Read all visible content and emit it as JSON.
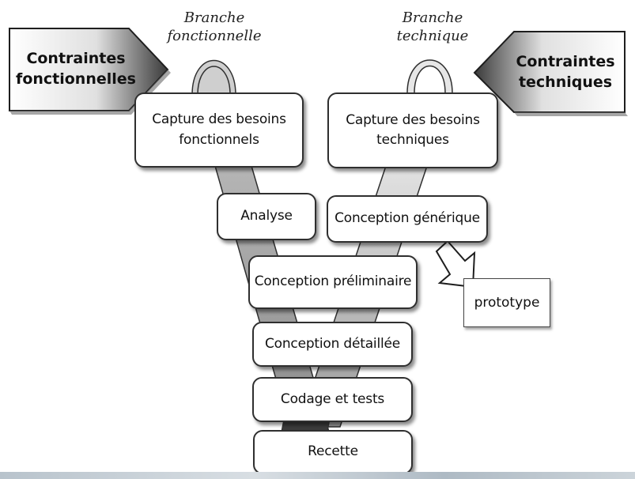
{
  "diagram": {
    "left_constraint": [
      "Contraintes",
      "fonctionnelles"
    ],
    "right_constraint": [
      "Contraintes",
      "techniques"
    ],
    "left_branch_label": [
      "Branche",
      "fonctionnelle"
    ],
    "right_branch_label": [
      "Branche",
      "technique"
    ],
    "steps": {
      "capture_fonctionnels": [
        "Capture des besoins",
        "fonctionnels"
      ],
      "capture_techniques": [
        "Capture des besoins",
        "techniques"
      ],
      "analyse": "Analyse",
      "conception_generique": "Conception générique",
      "conception_preliminaire": "Conception préliminaire",
      "conception_detaillee": "Conception détaillée",
      "codage_tests": "Codage et tests",
      "recette": "Recette"
    },
    "prototype": "prototype",
    "colors": {
      "left_branch_band": "#a9a9a9",
      "right_branch_band": "#d4d4d4",
      "merged_band": "#555555",
      "arrow_fill_dark": "#3a3a3a",
      "arrow_fill_light": "#e8e8e8"
    }
  }
}
